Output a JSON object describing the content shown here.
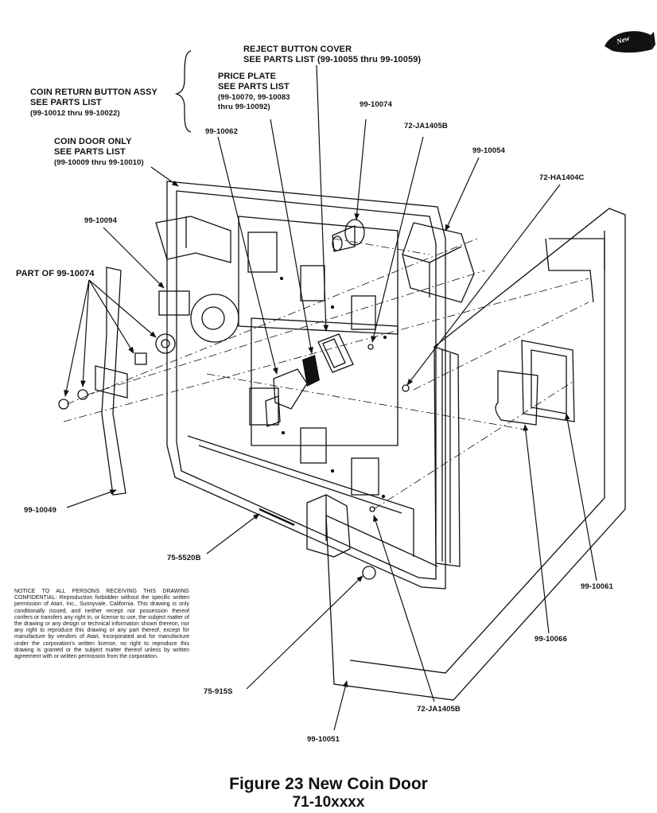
{
  "badge": "New",
  "labels": {
    "reject_cover_1": "REJECT BUTTON COVER",
    "reject_cover_2": "SEE PARTS LIST",
    "reject_cover_3": "(99-10055 thru 99-10059)",
    "price_plate_1": "PRICE PLATE",
    "price_plate_2": "SEE PARTS LIST",
    "price_plate_3": "(99-10070, 99-10083",
    "price_plate_4": "thru 99-10092)",
    "coin_return_1": "COIN RETURN BUTTON ASSY",
    "coin_return_2": "SEE PARTS LIST",
    "coin_return_3": "(99-10012 thru 99-10022)",
    "coin_door_1": "COIN DOOR ONLY",
    "coin_door_2": "SEE PARTS LIST",
    "coin_door_3": "(99-10009 thru 99-10010)",
    "p_99_10062": "99-10062",
    "p_99_10074": "99-10074",
    "p_72_ja1405b_top": "72-JA1405B",
    "p_99_10054": "99-10054",
    "p_72_ha1404c": "72-HA1404C",
    "p_99_10094": "99-10094",
    "p_part_of": "PART OF 99-10074",
    "p_99_10049": "99-10049",
    "p_75_5520b": "75-5520B",
    "p_99_10061": "99-10061",
    "p_99_10066": "99-10066",
    "p_75_915s": "75-915S",
    "p_72_ja1405b_bottom": "72-JA1405B",
    "p_99_10051": "99-10051"
  },
  "notice": "NOTICE TO ALL PERSONS RECEIVING THIS DRAWING CONFIDENTIAL: Reproduction forbidden without the specific written permission of Atari, Inc., Sunnyvale, California. This drawing is only conditionally issued, and neither receipt nor possession thereof confers or transfers any right in, or license to use, the subject matter of the drawing or any design or technical information shown thereon, nor any right to reproduce this drawing or any part thereof, except for manufacture by vendors of Atari, Incorporated and for manufacture under the corporation's written license, no right to reproduce this drawing is granted or the subject matter thereof unless by written agreement with or written permission from the corporation.",
  "caption": {
    "line1": "Figure 23   New Coin Door",
    "line2": "71-10xxxx"
  }
}
